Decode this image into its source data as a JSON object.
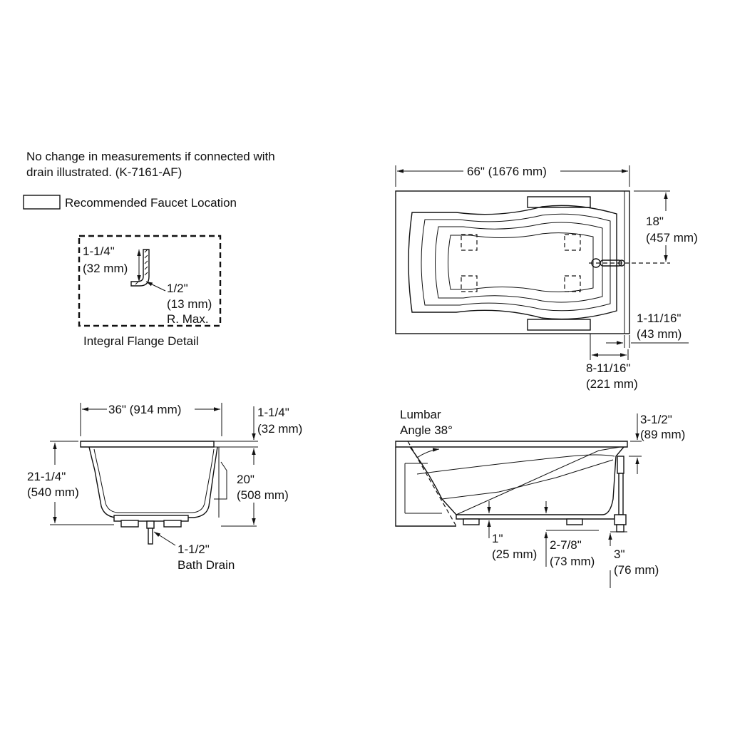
{
  "notes": {
    "line1": "No change in measurements if connected with",
    "line2": "drain illustrated. (K-7161-AF)",
    "legend": "Recommended Faucet Location"
  },
  "flange_detail": {
    "caption": "Integral Flange Detail",
    "height_in": "1-1/4\"",
    "height_mm": "(32 mm)",
    "radius_in": "1/2\"",
    "radius_mm": "(13 mm)",
    "radius_note": "R. Max."
  },
  "top_view": {
    "width_label": "66\" (1676 mm)",
    "drain_offset_in": "18\"",
    "drain_offset_mm": "(457 mm)",
    "rim_in": "1-11/16\"",
    "rim_mm": "(43 mm)",
    "drain_center_in": "8-11/16\"",
    "drain_center_mm": "(221 mm)"
  },
  "end_view": {
    "width_label": "36\" (914 mm)",
    "flange_in": "1-1/4\"",
    "flange_mm": "(32 mm)",
    "height_in": "21-1/4\"",
    "height_mm": "(540 mm)",
    "depth_in": "20\"",
    "depth_mm": "(508 mm)",
    "drain_in": "1-1/2\"",
    "drain_label": "Bath Drain"
  },
  "side_view": {
    "lumbar_line1": "Lumbar",
    "lumbar_line2": "Angle 38°",
    "rim_in": "3-1/2\"",
    "rim_mm": "(89 mm)",
    "base_in": "1\"",
    "base_mm": "(25 mm)",
    "floor_in": "2-7/8\"",
    "floor_mm": "(73 mm)",
    "drain_in": "3\"",
    "drain_mm": "(76 mm)"
  }
}
